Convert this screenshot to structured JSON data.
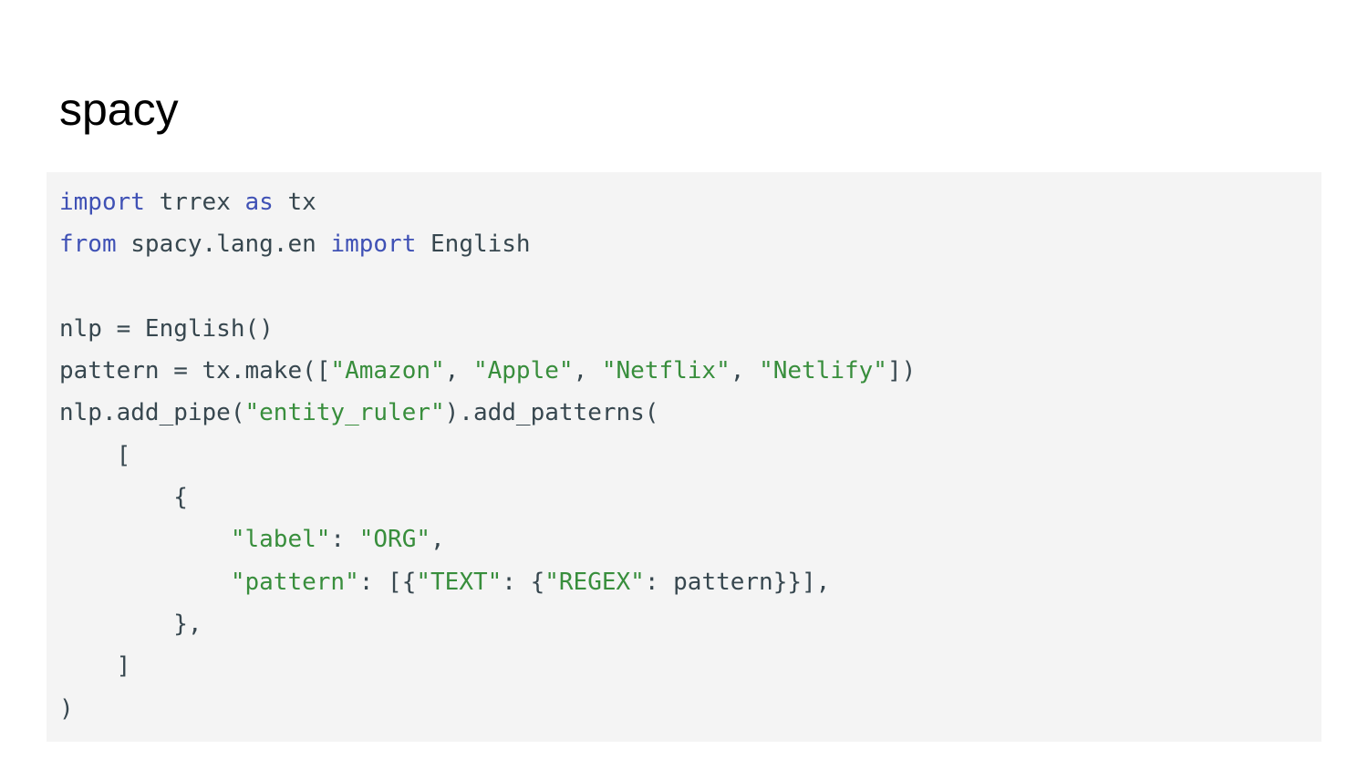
{
  "slide": {
    "title": "spacy"
  },
  "colors": {
    "background": "#ffffff",
    "code_background": "#f4f4f4",
    "keyword": "#3f51b5",
    "string": "#388e3c",
    "plain": "#37474f"
  },
  "code": {
    "language": "python",
    "lines": [
      [
        {
          "t": "kw",
          "v": "import"
        },
        {
          "t": "plain",
          "v": " trrex "
        },
        {
          "t": "kw",
          "v": "as"
        },
        {
          "t": "plain",
          "v": " tx"
        }
      ],
      [
        {
          "t": "kw",
          "v": "from"
        },
        {
          "t": "plain",
          "v": " spacy.lang.en "
        },
        {
          "t": "kw",
          "v": "import"
        },
        {
          "t": "plain",
          "v": " English"
        }
      ],
      [],
      [
        {
          "t": "plain",
          "v": "nlp = English()"
        }
      ],
      [
        {
          "t": "plain",
          "v": "pattern = tx.make(["
        },
        {
          "t": "str",
          "v": "\"Amazon\""
        },
        {
          "t": "plain",
          "v": ", "
        },
        {
          "t": "str",
          "v": "\"Apple\""
        },
        {
          "t": "plain",
          "v": ", "
        },
        {
          "t": "str",
          "v": "\"Netflix\""
        },
        {
          "t": "plain",
          "v": ", "
        },
        {
          "t": "str",
          "v": "\"Netlify\""
        },
        {
          "t": "plain",
          "v": "])"
        }
      ],
      [
        {
          "t": "plain",
          "v": "nlp.add_pipe("
        },
        {
          "t": "str",
          "v": "\"entity_ruler\""
        },
        {
          "t": "plain",
          "v": ").add_patterns("
        }
      ],
      [
        {
          "t": "plain",
          "v": "    ["
        }
      ],
      [
        {
          "t": "plain",
          "v": "        {"
        }
      ],
      [
        {
          "t": "plain",
          "v": "            "
        },
        {
          "t": "str",
          "v": "\"label\""
        },
        {
          "t": "plain",
          "v": ": "
        },
        {
          "t": "str",
          "v": "\"ORG\""
        },
        {
          "t": "plain",
          "v": ","
        }
      ],
      [
        {
          "t": "plain",
          "v": "            "
        },
        {
          "t": "str",
          "v": "\"pattern\""
        },
        {
          "t": "plain",
          "v": ": [{"
        },
        {
          "t": "str",
          "v": "\"TEXT\""
        },
        {
          "t": "plain",
          "v": ": {"
        },
        {
          "t": "str",
          "v": "\"REGEX\""
        },
        {
          "t": "plain",
          "v": ": pattern}}],"
        }
      ],
      [
        {
          "t": "plain",
          "v": "        },"
        }
      ],
      [
        {
          "t": "plain",
          "v": "    ]"
        }
      ],
      [
        {
          "t": "plain",
          "v": ")"
        }
      ]
    ]
  }
}
